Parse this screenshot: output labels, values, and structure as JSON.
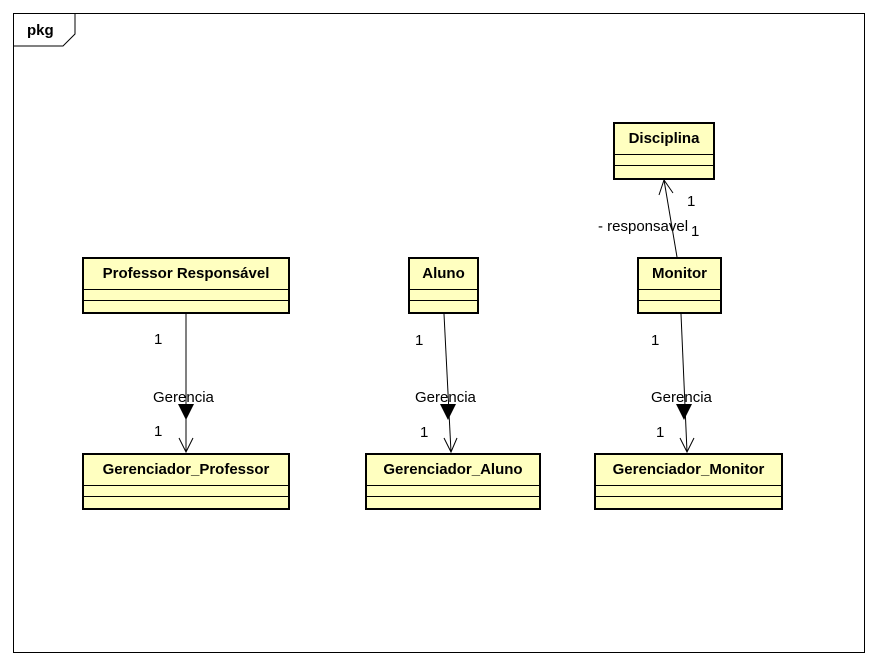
{
  "package": {
    "label": "pkg"
  },
  "classes": {
    "professor": "Professor Responsável",
    "aluno": "Aluno",
    "monitor": "Monitor",
    "disciplina": "Disciplina",
    "ger_professor": "Gerenciador_Professor",
    "ger_aluno": "Gerenciador_Aluno",
    "ger_monitor": "Gerenciador_Monitor"
  },
  "associations": {
    "professor": {
      "name": "Gerencia",
      "source_mult": "1",
      "target_mult": "1"
    },
    "aluno": {
      "name": "Gerencia",
      "source_mult": "1",
      "target_mult": "1"
    },
    "monitor": {
      "name": "Gerencia",
      "source_mult": "1",
      "target_mult": "1"
    },
    "disciplina": {
      "role": "- responsavel",
      "source_mult": "1",
      "target_mult": "1"
    }
  },
  "colors": {
    "class_fill": "#ffffc0",
    "line": "#000000",
    "background": "#ffffff"
  }
}
